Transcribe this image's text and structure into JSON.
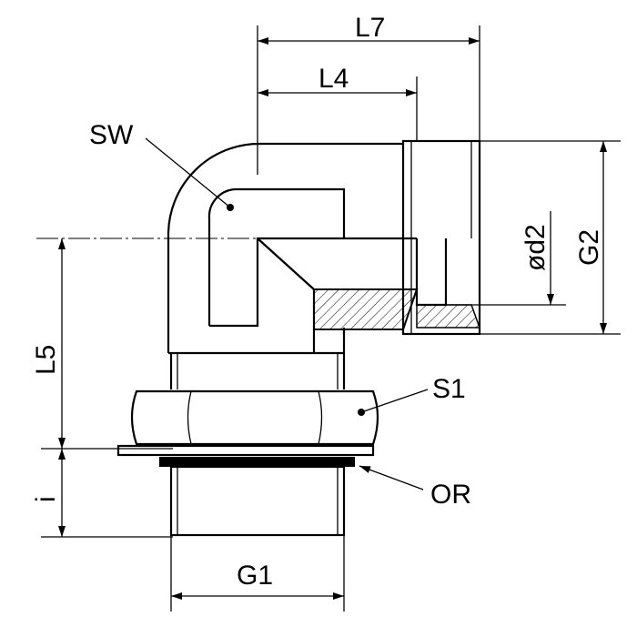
{
  "drawing": {
    "title": "Elbow fitting dimension drawing",
    "labels": {
      "L7": "L7",
      "L4": "L4",
      "SW": "SW",
      "d2": "ød2",
      "G2": "G2",
      "L5": "L5",
      "S1": "S1",
      "i": "i",
      "OR": "OR",
      "G1": "G1"
    },
    "colors": {
      "line": "#000000",
      "background": "#ffffff"
    }
  }
}
